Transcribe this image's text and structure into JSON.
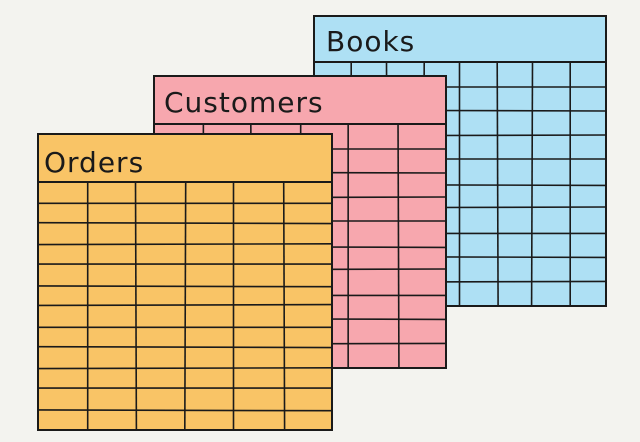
{
  "diagram": {
    "tables": [
      {
        "id": "books",
        "title": "Books",
        "fill": "#aee0f4",
        "rows": 10,
        "cols": 8
      },
      {
        "id": "customers",
        "title": "Customers",
        "fill": "#f7a7ae",
        "rows": 10,
        "cols": 6
      },
      {
        "id": "orders",
        "title": "Orders",
        "fill": "#f9c466",
        "rows": 12,
        "cols": 6
      }
    ],
    "grid_line_color": "#1a1a1a",
    "background": "#f3f3ef"
  }
}
